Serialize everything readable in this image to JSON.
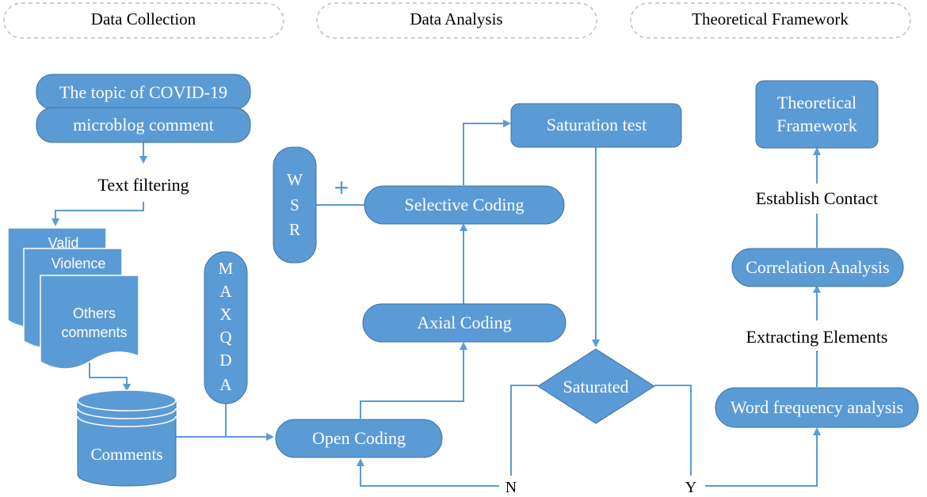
{
  "sections": {
    "data_collection": "Data Collection",
    "data_analysis": "Data Analysis",
    "theoretical_framework": "Theoretical Framework"
  },
  "collection": {
    "topic": "The topic of COVID-19",
    "microblog": "microblog comment",
    "text_filtering": "Text filtering",
    "doc_valid": "Valid",
    "doc_violence": "Violence",
    "doc_others_line1": "Others",
    "doc_others_line2": "comments",
    "comments_db": "Comments"
  },
  "analysis": {
    "maxqda_letters": [
      "M",
      "A",
      "X",
      "Q",
      "D",
      "A"
    ],
    "wsr_letters": [
      "W",
      "S",
      "R"
    ],
    "plus": "+",
    "open_coding": "Open Coding",
    "axial_coding": "Axial Coding",
    "selective_coding": "Selective Coding",
    "saturation_test": "Saturation test",
    "saturated": "Saturated",
    "no": "N",
    "yes": "Y"
  },
  "framework": {
    "theoretical_line1": "Theoretical",
    "theoretical_line2": "Framework",
    "establish_contact": "Establish Contact",
    "correlation_analysis": "Correlation Analysis",
    "extracting_elements": "Extracting Elements",
    "word_frequency": "Word frequency analysis"
  },
  "colors": {
    "node_fill": "#5b9bd5",
    "node_stroke": "#41719c",
    "connector": "#5b9bd5",
    "header_border": "#bfbfbf",
    "text_dark": "#000000",
    "text_light": "#ffffff"
  }
}
